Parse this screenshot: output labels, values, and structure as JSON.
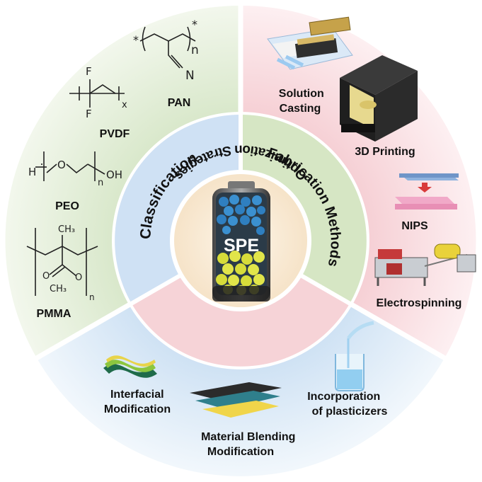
{
  "center": {
    "label": "SPE"
  },
  "ring": {
    "classification": "Classification",
    "fabrication": "Fabrication Methods",
    "optimization": "Optimization Strategies"
  },
  "polymers": {
    "pan": "PAN",
    "pvdf": "PVDF",
    "peo": "PEO",
    "pmma": "PMMA"
  },
  "chem_text": {
    "star": "*",
    "n": "n",
    "N": "N",
    "F": "F",
    "x": "x",
    "H": "H",
    "O": "O",
    "OH": "OH",
    "CH3": "CH₃",
    "OCH3": "CH₃"
  },
  "methods": {
    "solution_casting": [
      "Solution",
      "Casting"
    ],
    "printing": "3D Printing",
    "nips": "NIPS",
    "electrospinning": "Electrospinning"
  },
  "strategies": {
    "interfacial": [
      "Interfacial",
      "Modification"
    ],
    "blending": [
      "Material Blending",
      "Modification"
    ],
    "plasticizers": [
      "Incorporation",
      "of plasticizers"
    ]
  },
  "colors": {
    "green_sector": "#e3edd8",
    "pink_sector": "#f9dde0",
    "blue_sector": "#dceaf7",
    "inner_blue": "#cfe1f4",
    "inner_green": "#d6e6c4",
    "inner_pink": "#f6d3d7",
    "center_fill": "#fbeedc"
  }
}
